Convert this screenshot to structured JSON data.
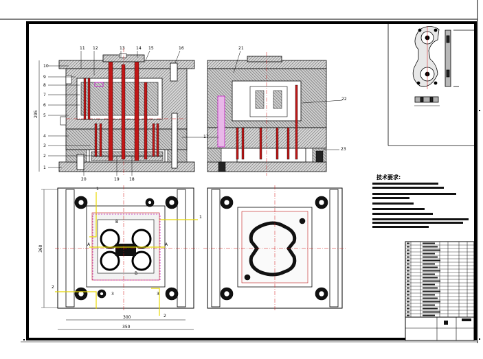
{
  "drawing": {
    "type": "mold assembly drawing",
    "balloons_left_side": [
      "10",
      "9",
      "8",
      "7",
      "6",
      "5",
      "4",
      "3",
      "2",
      "1"
    ],
    "balloons_top": [
      "11",
      "12",
      "13",
      "14",
      "15",
      "16"
    ],
    "balloons_right_view": [
      "21",
      "22",
      "17",
      "23"
    ],
    "balloons_bottom": [
      "20",
      "19",
      "18"
    ],
    "dimension_height": "295",
    "dimension_width_inner": "300",
    "dimension_width_outer": "350",
    "dimension_plan_height": "360",
    "tech_requirements_title": "技术要求:",
    "section_marks": [
      "A",
      "A",
      "B",
      "B",
      "1",
      "1",
      "2",
      "2",
      "3",
      "3"
    ],
    "colors": {
      "hatch": "#7a7a7a",
      "metal_red": "#c01818",
      "centerline": "#d01010",
      "dim_yellow": "#e8d800",
      "accent_magenta": "#c020c0",
      "dark": "#111111"
    }
  }
}
